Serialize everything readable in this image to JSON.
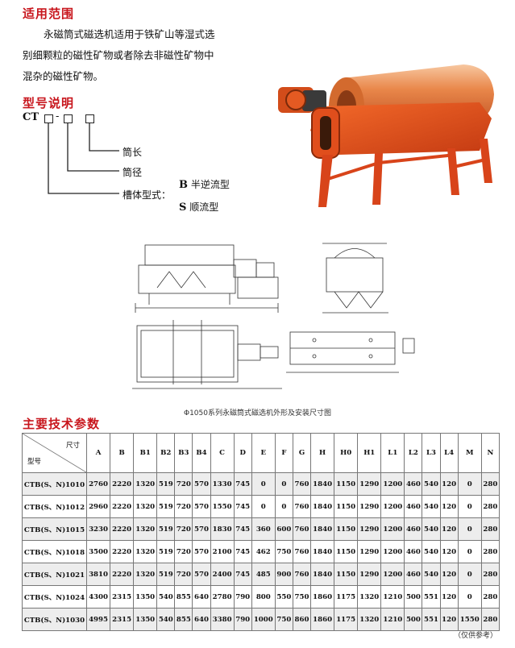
{
  "scope": {
    "heading": "适用范围",
    "text_line1": "永磁筒式磁选机适用于铁矿山等湿式选",
    "text_line2": "别细颗粒的磁性矿物或者除去非磁性矿物中",
    "text_line3": "混杂的磁性矿物。"
  },
  "model_info": {
    "heading": "型号说明",
    "prefix": "CT",
    "dash": "-",
    "drum_length": "筒长",
    "drum_diameter": "筒径",
    "tank_type": "槽体型式：",
    "type_b_code": "B",
    "type_b_name": "半逆流型",
    "type_s_code": "S",
    "type_s_name": "顺流型"
  },
  "figure": {
    "caption": "Φ1050系列永磁筒式磁选机外形及安装尺寸图"
  },
  "specs": {
    "heading": "主要技术参数",
    "corner_top": "尺寸",
    "corner_bottom": "型号",
    "columns": [
      "A",
      "B",
      "B1",
      "B2",
      "B3",
      "B4",
      "C",
      "D",
      "E",
      "F",
      "G",
      "H",
      "H0",
      "H1",
      "L1",
      "L2",
      "L3",
      "L4",
      "M",
      "N"
    ],
    "rows": [
      {
        "model": "CTB(S、N)1010",
        "values": [
          "2760",
          "2220",
          "1320",
          "519",
          "720",
          "570",
          "1330",
          "745",
          "0",
          "0",
          "760",
          "1840",
          "1150",
          "1290",
          "1200",
          "460",
          "540",
          "120",
          "0",
          "280"
        ]
      },
      {
        "model": "CTB(S、N)1012",
        "values": [
          "2960",
          "2220",
          "1320",
          "519",
          "720",
          "570",
          "1550",
          "745",
          "0",
          "0",
          "760",
          "1840",
          "1150",
          "1290",
          "1200",
          "460",
          "540",
          "120",
          "0",
          "280"
        ]
      },
      {
        "model": "CTB(S、N)1015",
        "values": [
          "3230",
          "2220",
          "1320",
          "519",
          "720",
          "570",
          "1830",
          "745",
          "360",
          "600",
          "760",
          "1840",
          "1150",
          "1290",
          "1200",
          "460",
          "540",
          "120",
          "0",
          "280"
        ]
      },
      {
        "model": "CTB(S、N)1018",
        "values": [
          "3500",
          "2220",
          "1320",
          "519",
          "720",
          "570",
          "2100",
          "745",
          "462",
          "750",
          "760",
          "1840",
          "1150",
          "1290",
          "1200",
          "460",
          "540",
          "120",
          "0",
          "280"
        ]
      },
      {
        "model": "CTB(S、N)1021",
        "values": [
          "3810",
          "2220",
          "1320",
          "519",
          "720",
          "570",
          "2400",
          "745",
          "485",
          "900",
          "760",
          "1840",
          "1150",
          "1290",
          "1200",
          "460",
          "540",
          "120",
          "0",
          "280"
        ]
      },
      {
        "model": "CTB(S、N)1024",
        "values": [
          "4300",
          "2315",
          "1350",
          "540",
          "855",
          "640",
          "2780",
          "790",
          "800",
          "550",
          "750",
          "1860",
          "1175",
          "1320",
          "1210",
          "500",
          "551",
          "120",
          "0",
          "280"
        ]
      },
      {
        "model": "CTB(S、N)1030",
        "values": [
          "4995",
          "2315",
          "1350",
          "540",
          "855",
          "640",
          "3380",
          "790",
          "1000",
          "750",
          "860",
          "1860",
          "1175",
          "1320",
          "1210",
          "500",
          "551",
          "120",
          "1550",
          "280"
        ]
      }
    ],
    "note": "（仅供参考）"
  },
  "colors": {
    "heading_red": "#c8161d",
    "machine_orange": "#e8561c"
  }
}
